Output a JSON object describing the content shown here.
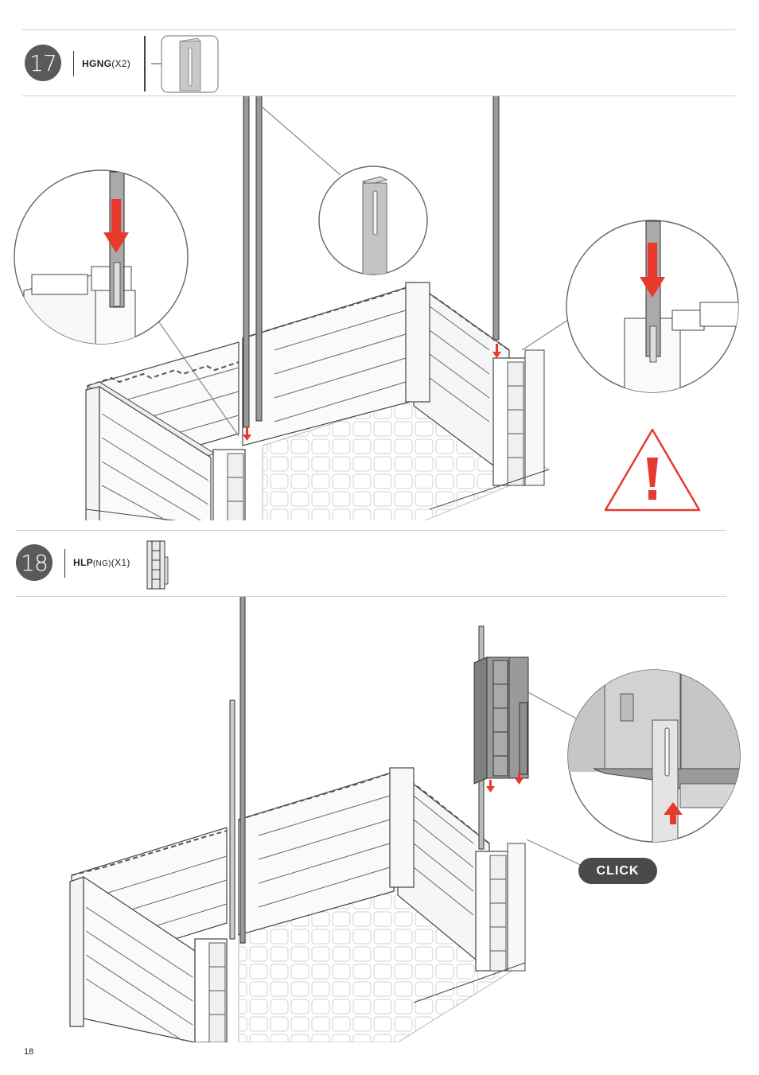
{
  "step17": {
    "number": "17",
    "part_code": "HGNG",
    "part_qty": "(X2)"
  },
  "step18": {
    "number": "18",
    "part_code": "HLP",
    "part_variant": "(NG)",
    "part_qty": "(X1)",
    "click_label": "CLICK"
  },
  "page": {
    "number": "18"
  },
  "colors": {
    "step_badge": "#5a5a5a",
    "arrow_red": "#e8392f",
    "warning_red": "#e8392f",
    "click_badge": "#4a4a4a",
    "panel_grey": "#9a9a9a",
    "post_grey": "#b5b5b5"
  },
  "icons": [
    "warning-triangle-icon",
    "down-arrow-icon",
    "up-arrow-icon",
    "right-arrow-icon"
  ]
}
